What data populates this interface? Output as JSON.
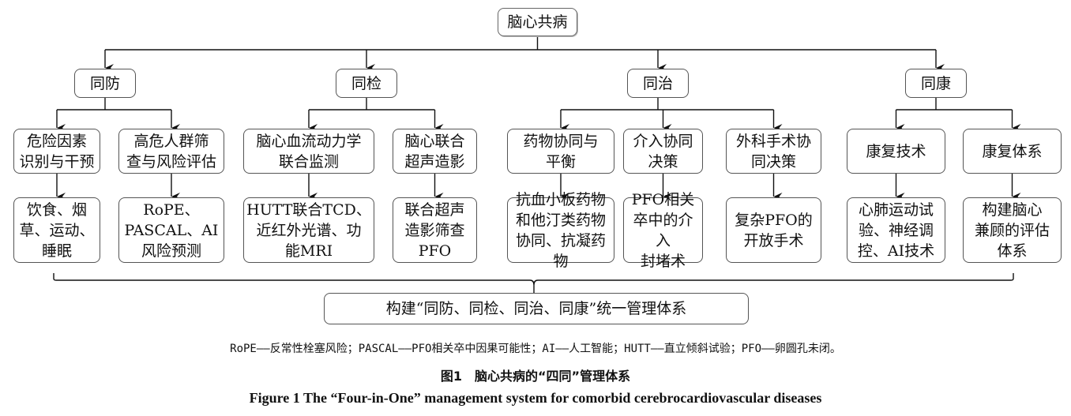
{
  "root": {
    "label": "脑心共病"
  },
  "pillars": [
    {
      "label": "同防",
      "items": [
        {
          "label": "危险因素\n识别与干预",
          "detail": "饮食、烟\n草、运动、\n睡眠"
        },
        {
          "label": "高危人群筛\n查与风险评估",
          "detail": "RoPE、\nPASCAL、AI\n风险预测"
        }
      ]
    },
    {
      "label": "同检",
      "items": [
        {
          "label": "脑心血流动力学\n联合监测",
          "detail": "HUTT联合TCD、\n近红外光谱、功\n能MRI"
        },
        {
          "label": "脑心联合\n超声造影",
          "detail": "联合超声\n造影筛查\nPFO"
        }
      ]
    },
    {
      "label": "同治",
      "items": [
        {
          "label": "药物协同与\n平衡",
          "detail": "抗血小板药物\n和他汀类药物\n协同、抗凝药物"
        },
        {
          "label": "介入协同\n决策",
          "detail": "PFO相关\n卒中的介入\n封堵术"
        },
        {
          "label": "外科手术协\n同决策",
          "detail": "复杂PFO的\n开放手术"
        }
      ]
    },
    {
      "label": "同康",
      "items": [
        {
          "label": "康复技术",
          "detail": "心肺运动试\n验、神经调\n控、AI技术"
        },
        {
          "label": "康复体系",
          "detail": "构建脑心\n兼顾的评估\n体系"
        }
      ]
    }
  ],
  "summary": {
    "label": "构建“同防、同检、同治、同康”统一管理体系"
  },
  "caption": {
    "legend": "RoPE——反常性栓塞风险；PASCAL——PFO相关卒中因果可能性；AI——人工智能；HUTT——直立倾斜试验；PFO——卵圆孔未闭。",
    "title_cn": "图1　脑心共病的“四同”管理体系",
    "title_en": "Figure 1    The “Four-in-One” management system for comorbid cerebrocardiovascular diseases"
  }
}
